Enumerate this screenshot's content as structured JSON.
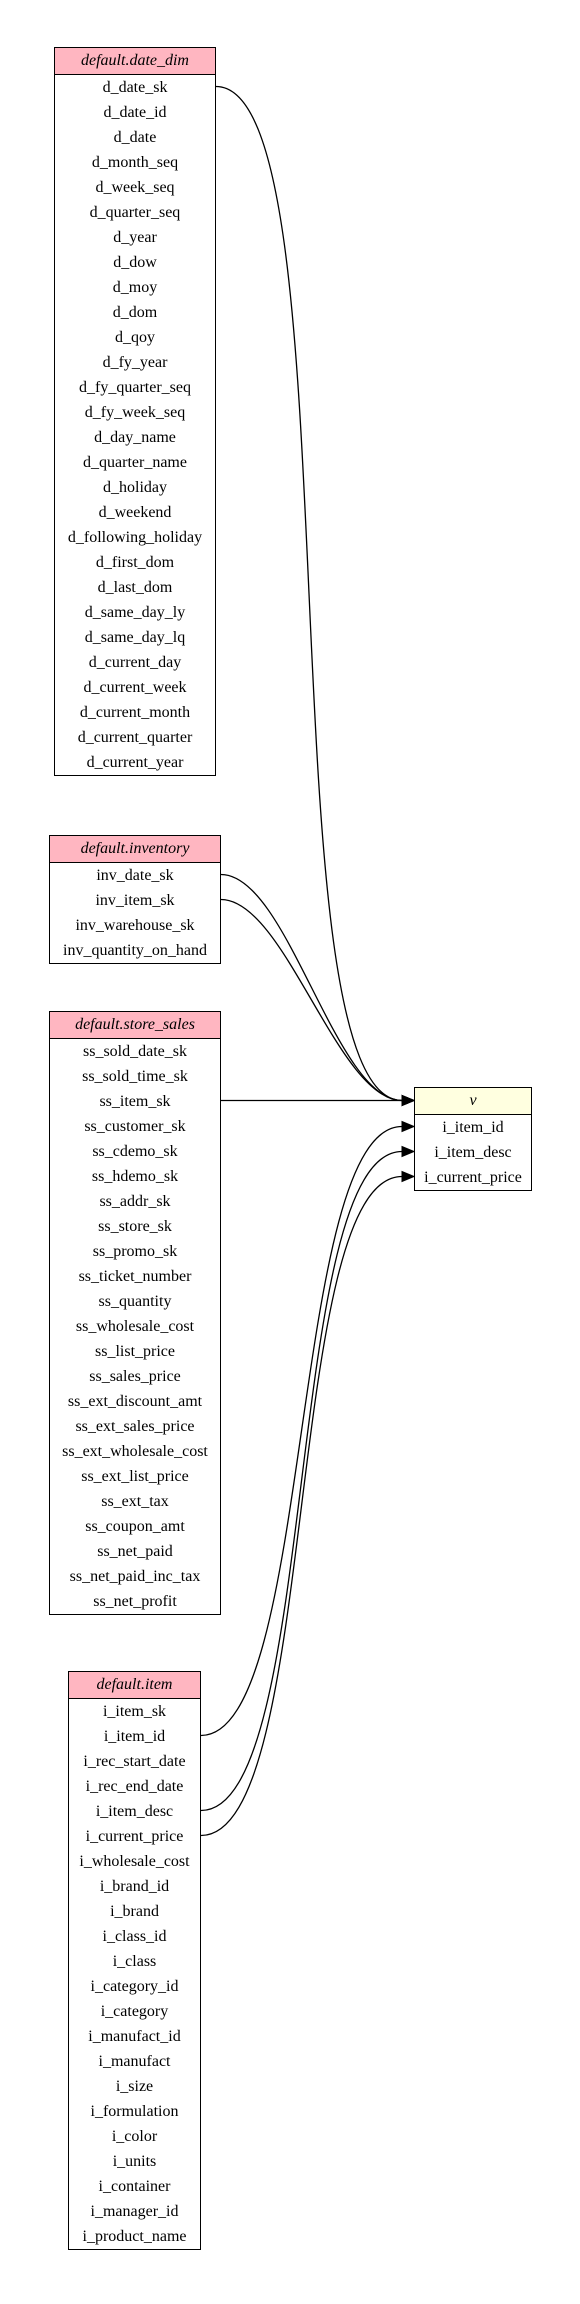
{
  "colors": {
    "source_header": "#ffb6c1",
    "target_header": "#ffffe0",
    "line": "#000000"
  },
  "tables": [
    {
      "id": "date_dim",
      "title": "default.date_dim",
      "role": "source",
      "columns": [
        "d_date_sk",
        "d_date_id",
        "d_date",
        "d_month_seq",
        "d_week_seq",
        "d_quarter_seq",
        "d_year",
        "d_dow",
        "d_moy",
        "d_dom",
        "d_qoy",
        "d_fy_year",
        "d_fy_quarter_seq",
        "d_fy_week_seq",
        "d_day_name",
        "d_quarter_name",
        "d_holiday",
        "d_weekend",
        "d_following_holiday",
        "d_first_dom",
        "d_last_dom",
        "d_same_day_ly",
        "d_same_day_lq",
        "d_current_day",
        "d_current_week",
        "d_current_month",
        "d_current_quarter",
        "d_current_year"
      ]
    },
    {
      "id": "inventory",
      "title": "default.inventory",
      "role": "source",
      "columns": [
        "inv_date_sk",
        "inv_item_sk",
        "inv_warehouse_sk",
        "inv_quantity_on_hand"
      ]
    },
    {
      "id": "store_sales",
      "title": "default.store_sales",
      "role": "source",
      "columns": [
        "ss_sold_date_sk",
        "ss_sold_time_sk",
        "ss_item_sk",
        "ss_customer_sk",
        "ss_cdemo_sk",
        "ss_hdemo_sk",
        "ss_addr_sk",
        "ss_store_sk",
        "ss_promo_sk",
        "ss_ticket_number",
        "ss_quantity",
        "ss_wholesale_cost",
        "ss_list_price",
        "ss_sales_price",
        "ss_ext_discount_amt",
        "ss_ext_sales_price",
        "ss_ext_wholesale_cost",
        "ss_ext_list_price",
        "ss_ext_tax",
        "ss_coupon_amt",
        "ss_net_paid",
        "ss_net_paid_inc_tax",
        "ss_net_profit"
      ]
    },
    {
      "id": "item",
      "title": "default.item",
      "role": "source",
      "columns": [
        "i_item_sk",
        "i_item_id",
        "i_rec_start_date",
        "i_rec_end_date",
        "i_item_desc",
        "i_current_price",
        "i_wholesale_cost",
        "i_brand_id",
        "i_brand",
        "i_class_id",
        "i_class",
        "i_category_id",
        "i_category",
        "i_manufact_id",
        "i_manufact",
        "i_size",
        "i_formulation",
        "i_color",
        "i_units",
        "i_container",
        "i_manager_id",
        "i_product_name"
      ]
    },
    {
      "id": "v",
      "title": "v",
      "role": "target",
      "columns": [
        "i_item_id",
        "i_item_desc",
        "i_current_price"
      ]
    }
  ],
  "edges": [
    {
      "from": "date_dim.d_date_sk",
      "to": "v.title"
    },
    {
      "from": "inventory.inv_date_sk",
      "to": "v.title"
    },
    {
      "from": "inventory.inv_item_sk",
      "to": "v.title"
    },
    {
      "from": "store_sales.ss_item_sk",
      "to": "v.title"
    },
    {
      "from": "item.i_item_id",
      "to": "v.i_item_id"
    },
    {
      "from": "item.i_item_desc",
      "to": "v.i_item_desc"
    },
    {
      "from": "item.i_current_price",
      "to": "v.i_current_price"
    }
  ]
}
